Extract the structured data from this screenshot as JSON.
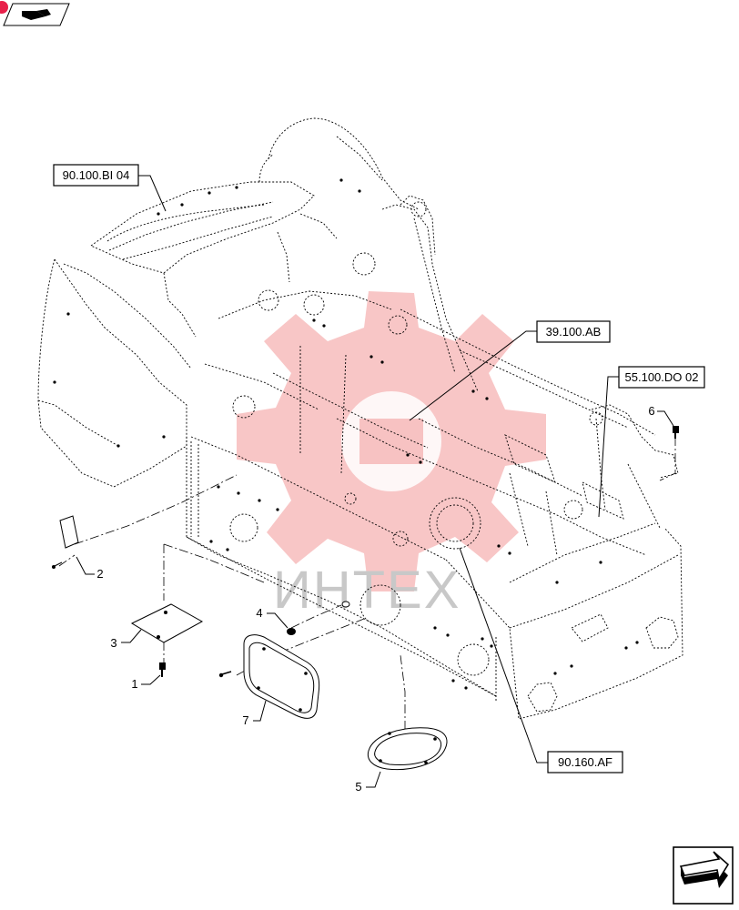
{
  "references": [
    {
      "id": "ref-90-100-bi-04",
      "label": "90.100.BI 04"
    },
    {
      "id": "ref-39-100-ab",
      "label": "39.100.AB"
    },
    {
      "id": "ref-55-100-do-02",
      "label": "55.100.DO 02"
    },
    {
      "id": "ref-90-160-af",
      "label": "90.160.AF"
    }
  ],
  "items": [
    {
      "id": "item-1",
      "label": "1"
    },
    {
      "id": "item-2",
      "label": "2"
    },
    {
      "id": "item-3",
      "label": "3"
    },
    {
      "id": "item-4",
      "label": "4"
    },
    {
      "id": "item-5",
      "label": "5"
    },
    {
      "id": "item-6",
      "label": "6"
    },
    {
      "id": "item-7",
      "label": "7"
    }
  ],
  "watermark": {
    "text": "ИНТЕХ",
    "color": "#f08080"
  },
  "icons": {
    "top_left": "book-arrow-icon",
    "bottom_right": "next-page-arrow-icon"
  }
}
